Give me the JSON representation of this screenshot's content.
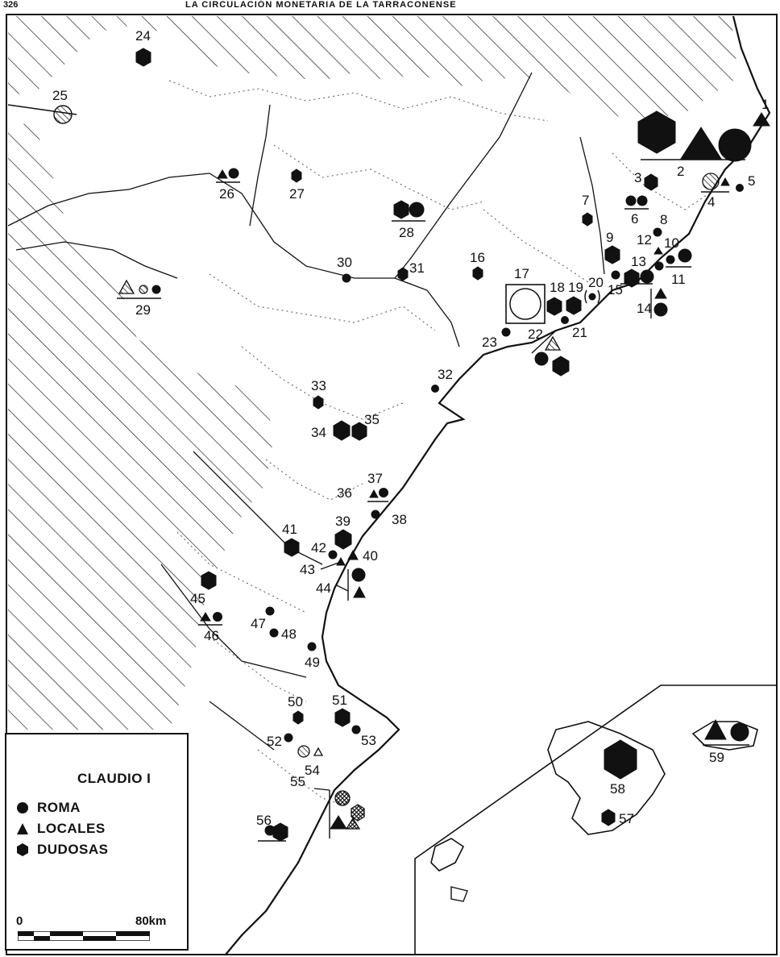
{
  "header": {
    "page_number": "326",
    "running_title": "LA CIRCULACIÓN MONETARIA DE LA TARRACONENSE"
  },
  "legend": {
    "title": "CLAUDIO I",
    "items": [
      {
        "symbol": "circle-icon",
        "label": "ROMA"
      },
      {
        "symbol": "triangle-icon",
        "label": "LOCALES"
      },
      {
        "symbol": "hexagon-icon",
        "label": "DUDOSAS"
      }
    ],
    "scale_start": "0",
    "scale_end": "80km"
  },
  "site_labels": [
    "1",
    "2",
    "3",
    "4",
    "5",
    "6",
    "7",
    "8",
    "9",
    "10",
    "11",
    "12",
    "13",
    "14",
    "15",
    "16",
    "17",
    "18",
    "19",
    "20",
    "21",
    "22",
    "23",
    "24",
    "25",
    "26",
    "27",
    "28",
    "29",
    "30",
    "31",
    "32",
    "33",
    "34",
    "35",
    "36",
    "37",
    "38",
    "39",
    "40",
    "41",
    "42",
    "43",
    "44",
    "45",
    "46",
    "47",
    "48",
    "49",
    "50",
    "51",
    "52",
    "53",
    "54",
    "55",
    "56",
    "57",
    "58",
    "59"
  ],
  "colors": {
    "ink": "#111111",
    "paper": "#ffffff"
  }
}
